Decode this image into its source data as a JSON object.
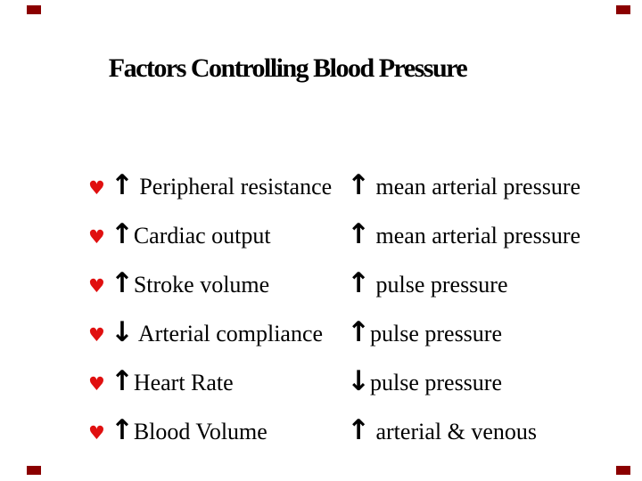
{
  "slide": {
    "title": "Factors Controlling Blood Pressure",
    "rows": [
      {
        "bullet": "♥",
        "dir1": "↑",
        "label1": " Peripheral resistance",
        "dir2": "↑",
        "label2": " mean arterial pressure"
      },
      {
        "bullet": "♥",
        "dir1": "↑",
        "label1": "Cardiac output",
        "dir2": "↑",
        "label2": " mean arterial pressure"
      },
      {
        "bullet": "♥",
        "dir1": "↑",
        "label1": "Stroke volume",
        "dir2": "↑",
        "label2": " pulse pressure"
      },
      {
        "bullet": "♥",
        "dir1": "↓",
        "label1": " Arterial compliance",
        "dir2": "↑",
        "label2": "pulse pressure"
      },
      {
        "bullet": "♥",
        "dir1": "↑",
        "label1": "Heart Rate",
        "dir2": "↓",
        "label2": "pulse pressure"
      },
      {
        "bullet": "♥",
        "dir1": "↑",
        "label1": "Blood Volume",
        "dir2": "↑",
        "label2": " arterial & venous"
      }
    ]
  },
  "colors": {
    "heart": "#e01010",
    "corner_mark": "#8b0000",
    "text": "#000000",
    "background": "#ffffff"
  }
}
